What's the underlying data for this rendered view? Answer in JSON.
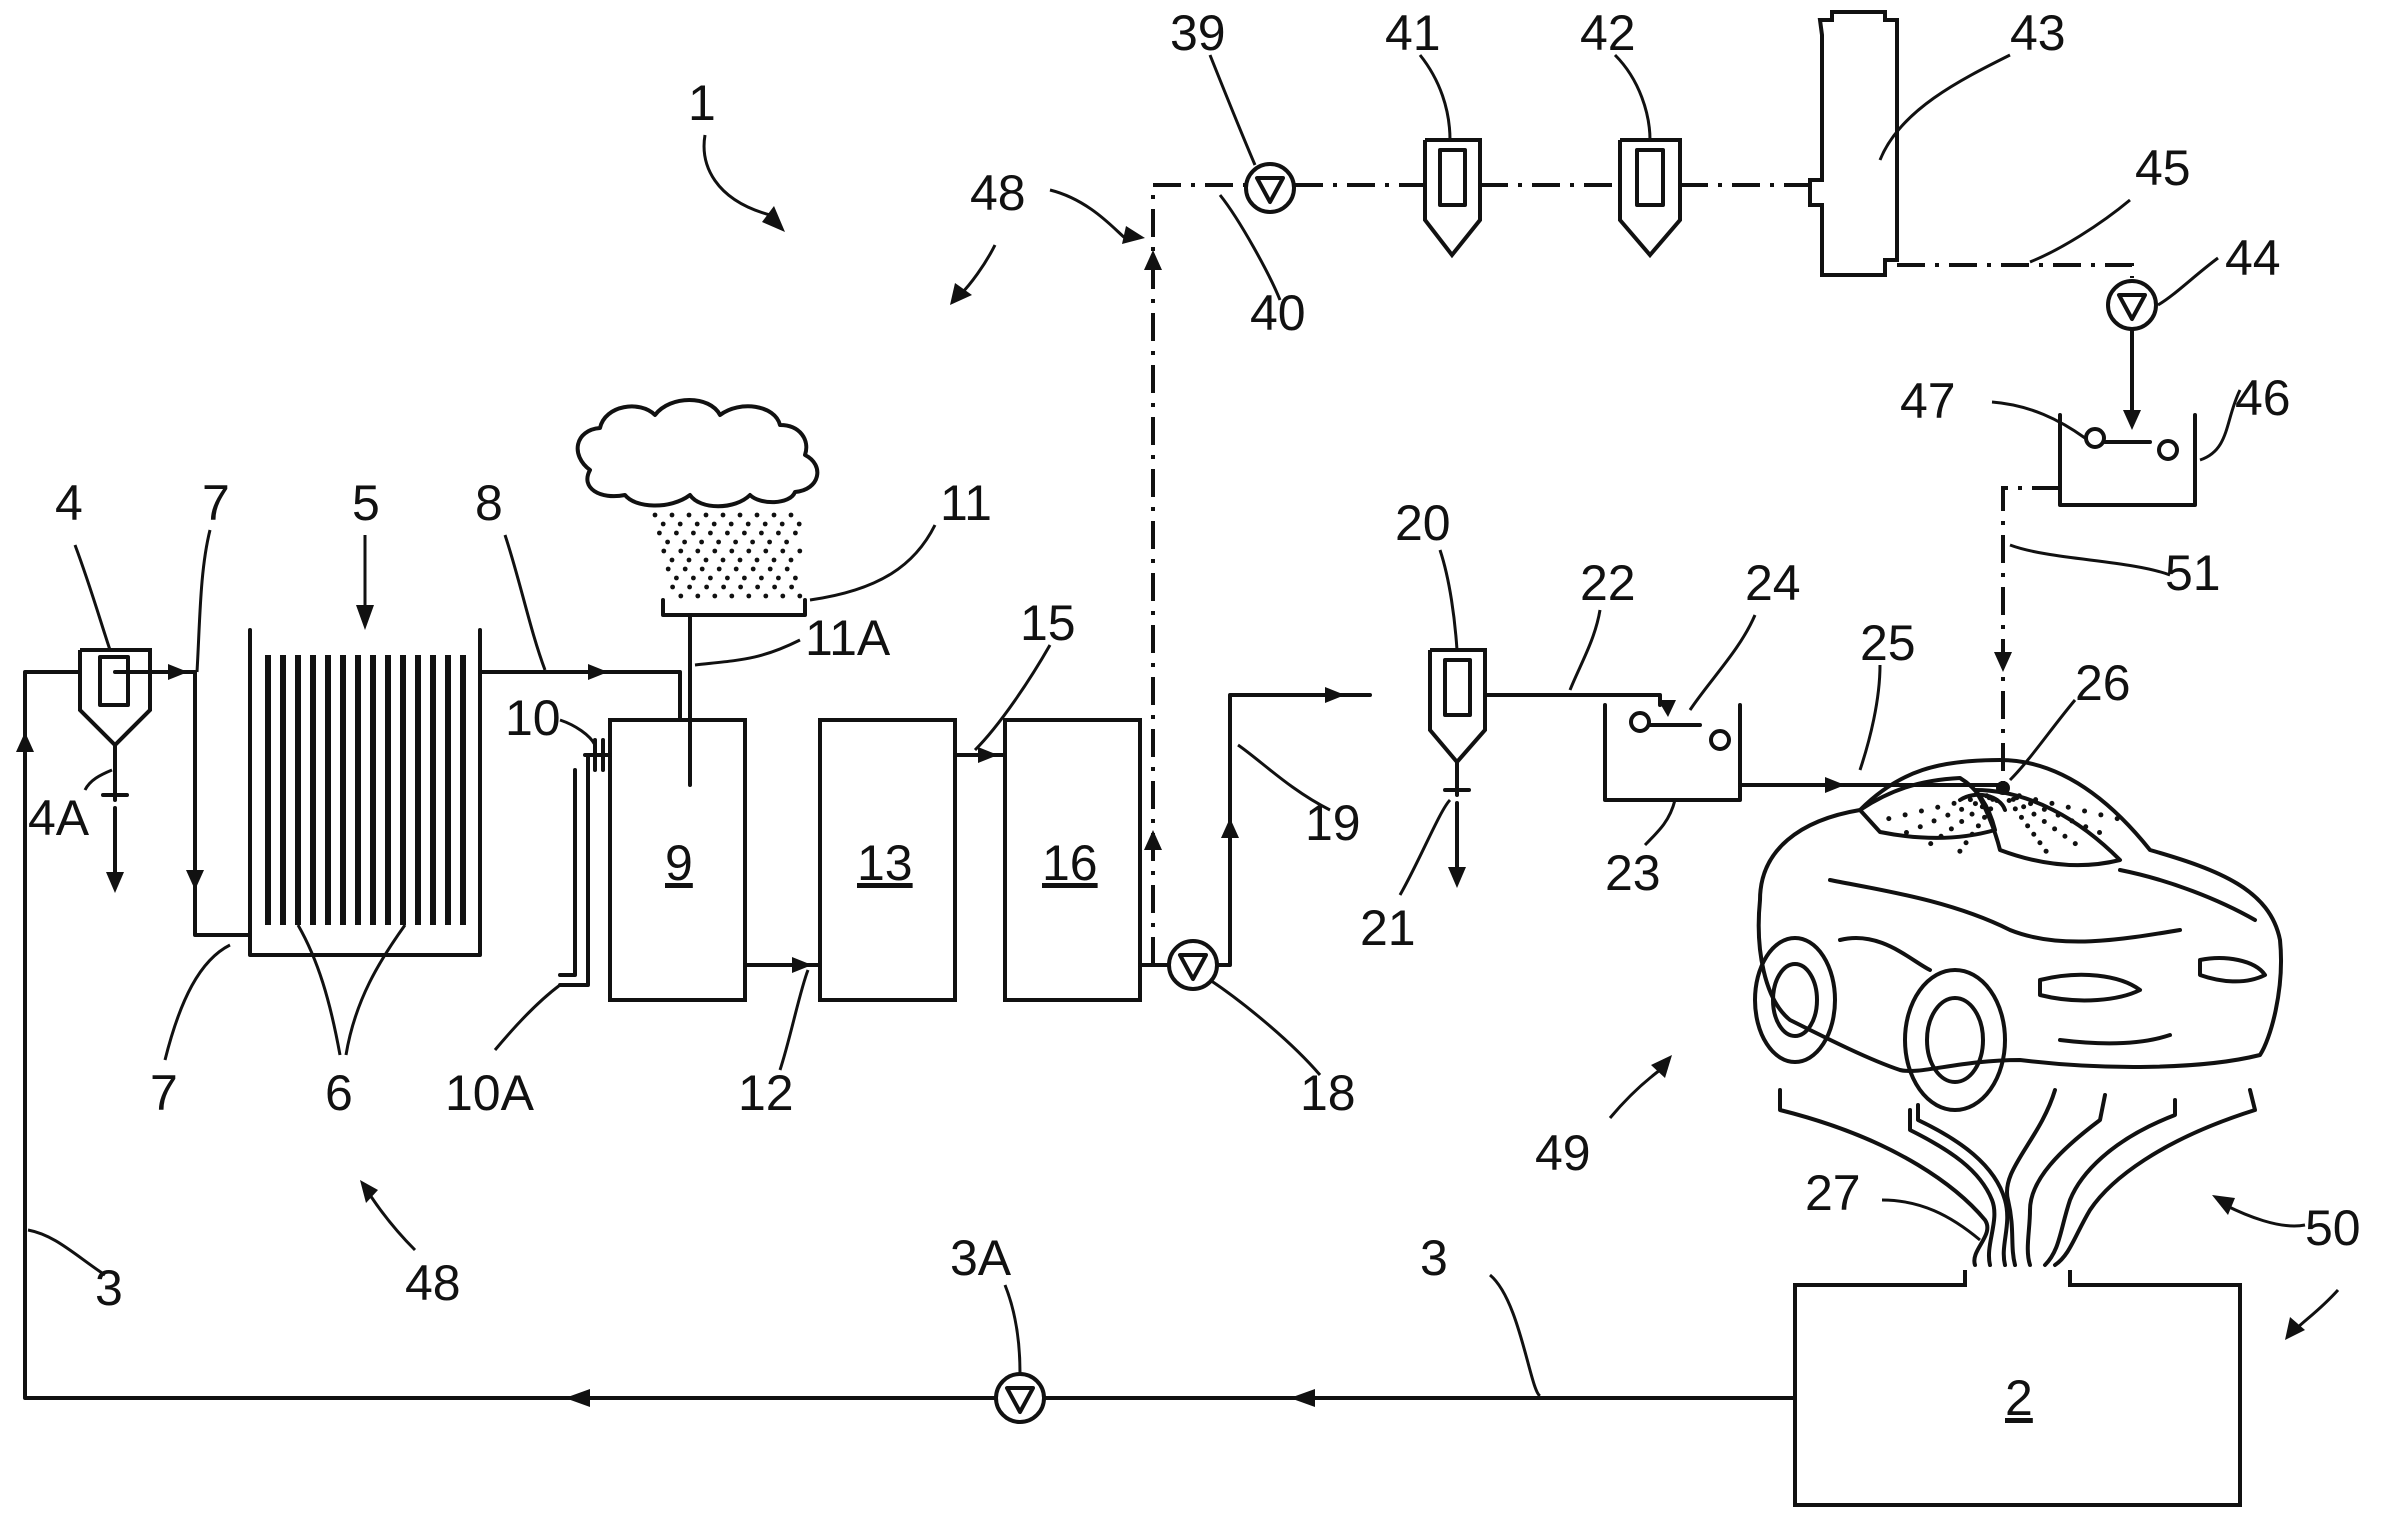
{
  "labels": {
    "l1": "1",
    "l2": "2",
    "l3a": "3",
    "l3b": "3",
    "l3A": "3A",
    "l4": "4",
    "l4A": "4A",
    "l5": "5",
    "l6": "6",
    "l7a": "7",
    "l7b": "7",
    "l8": "8",
    "l9": "9",
    "l10": "10",
    "l10A": "10A",
    "l11": "11",
    "l11A": "11A",
    "l12": "12",
    "l13": "13",
    "l15": "15",
    "l16": "16",
    "l18": "18",
    "l19": "19",
    "l20": "20",
    "l21": "21",
    "l22": "22",
    "l23": "23",
    "l24": "24",
    "l25": "25",
    "l26": "26",
    "l27": "27",
    "l39": "39",
    "l40": "40",
    "l41": "41",
    "l42": "42",
    "l43": "43",
    "l44": "44",
    "l45": "45",
    "l46": "46",
    "l47": "47",
    "l48a": "48",
    "l48b": "48",
    "l49": "49",
    "l50": "50",
    "l51": "51"
  }
}
